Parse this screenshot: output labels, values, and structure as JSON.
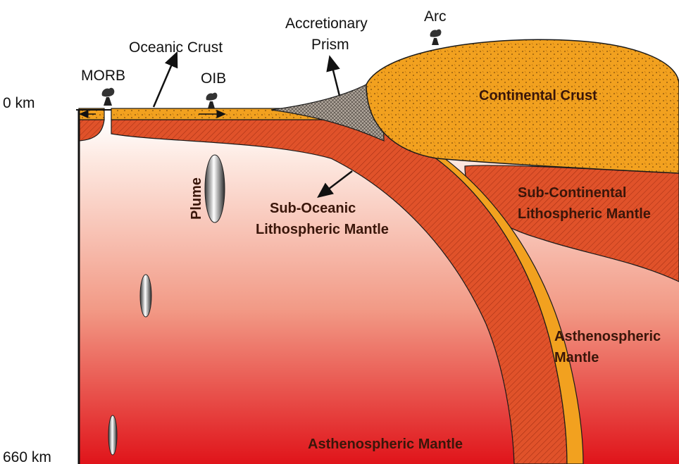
{
  "labels": {
    "depth_top": "0 km",
    "depth_bottom": "660 km",
    "morb": "MORB",
    "oib": "OIB",
    "oceanic_crust": "Oceanic Crust",
    "accretionary_prism_line1": "Accretionary",
    "accretionary_prism_line2": "Prism",
    "arc": "Arc",
    "continental_crust": "Continental Crust",
    "plume": "Plume",
    "sub_oceanic_line1": "Sub-Oceanic",
    "sub_oceanic_line2": "Lithospheric Mantle",
    "sub_continental_line1": "Sub-Continental",
    "sub_continental_line2": "Lithospheric Mantle",
    "asthenospheric_mantle_side_line1": "Asthenospheric",
    "asthenospheric_mantle_side_line2": "Mantle",
    "asthenospheric_mantle_bottom": "Asthenospheric Mantle"
  },
  "colors": {
    "crust_orange": "#f2a11f",
    "lithosphere_red": "#e0522a",
    "mantle_top": "#fff0ea",
    "mantle_bottom": "#e0141a",
    "prism_grey": "#a59e96",
    "outline": "#1a1a1a"
  },
  "icons": [
    "volcano-icon",
    "arrow-icon",
    "plume-icon"
  ]
}
